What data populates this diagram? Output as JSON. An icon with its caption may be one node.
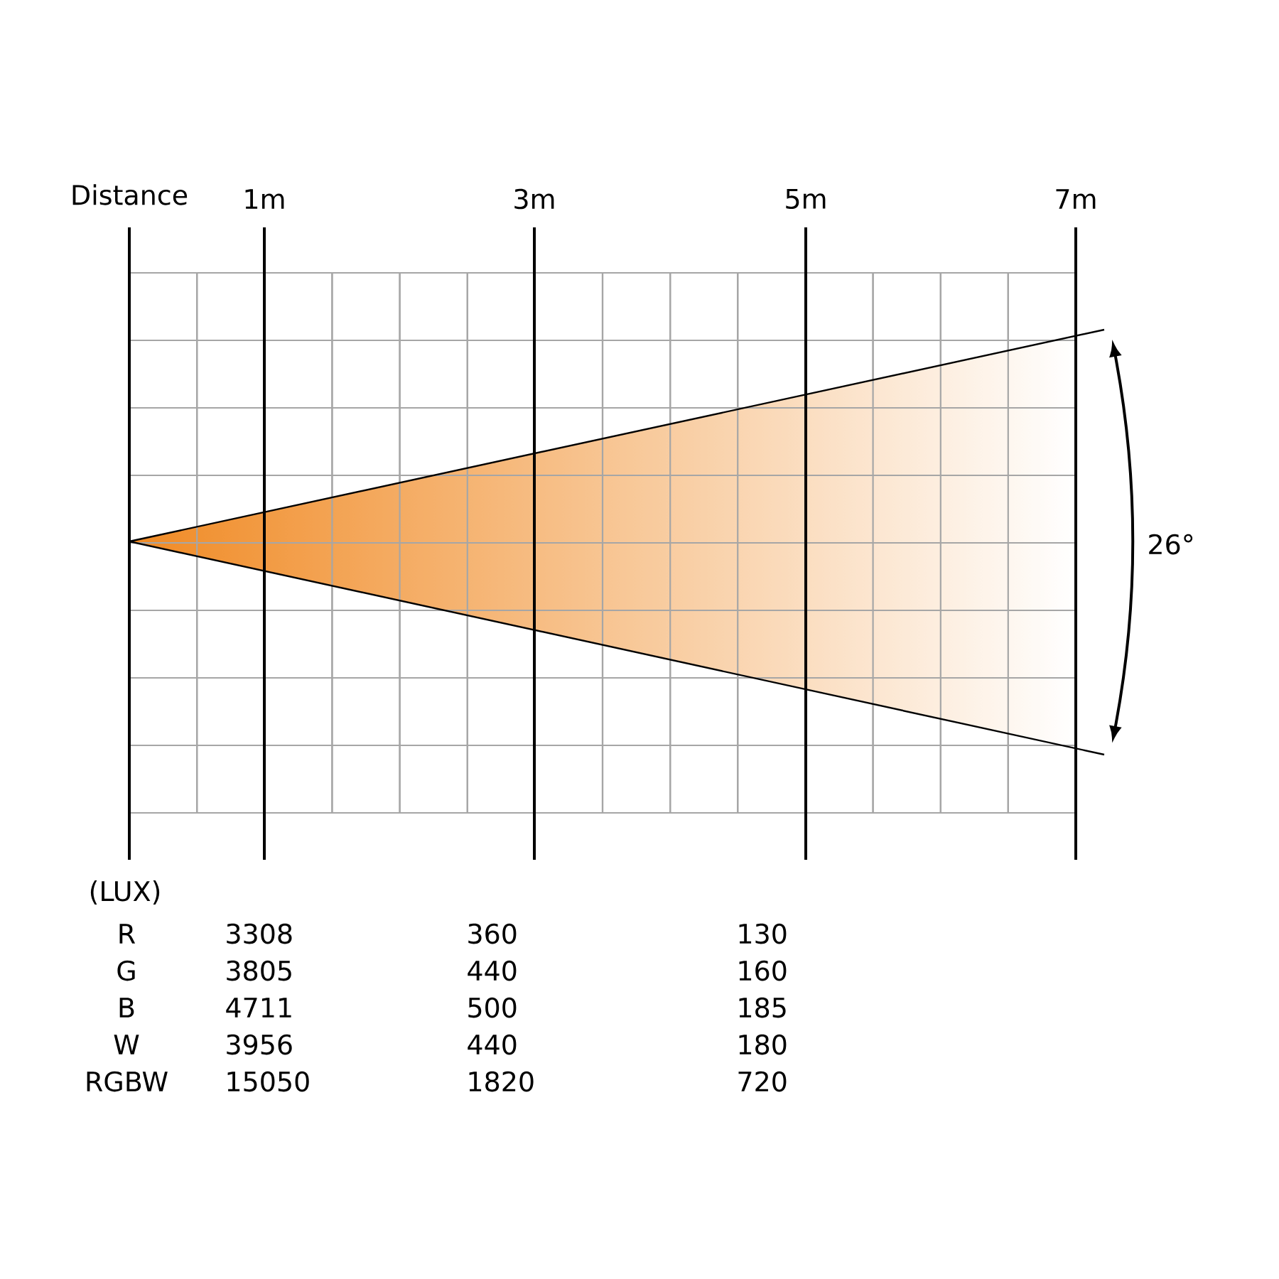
{
  "diagram": {
    "labels": [
      "Distance",
      "1m",
      "3m",
      "5m",
      "7m",
      "26°",
      "(LUX)",
      "R",
      "3308",
      "360",
      "130",
      "G",
      "3805",
      "440",
      "160",
      "B",
      "4711",
      "500",
      "185",
      "W",
      "3956",
      "440",
      "180",
      "RGBW",
      "15050",
      "1820",
      "720"
    ]
  }
}
